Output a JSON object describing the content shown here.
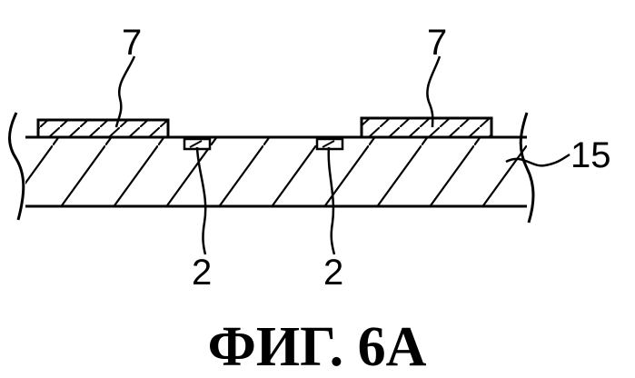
{
  "figure": {
    "caption": "ФИГ. 6А",
    "labels": {
      "layer_left": "7",
      "layer_right": "7",
      "substrate": "15",
      "element_left": "2",
      "element_right": "2"
    },
    "colors": {
      "ink": "#000000",
      "background": "#ffffff"
    }
  }
}
